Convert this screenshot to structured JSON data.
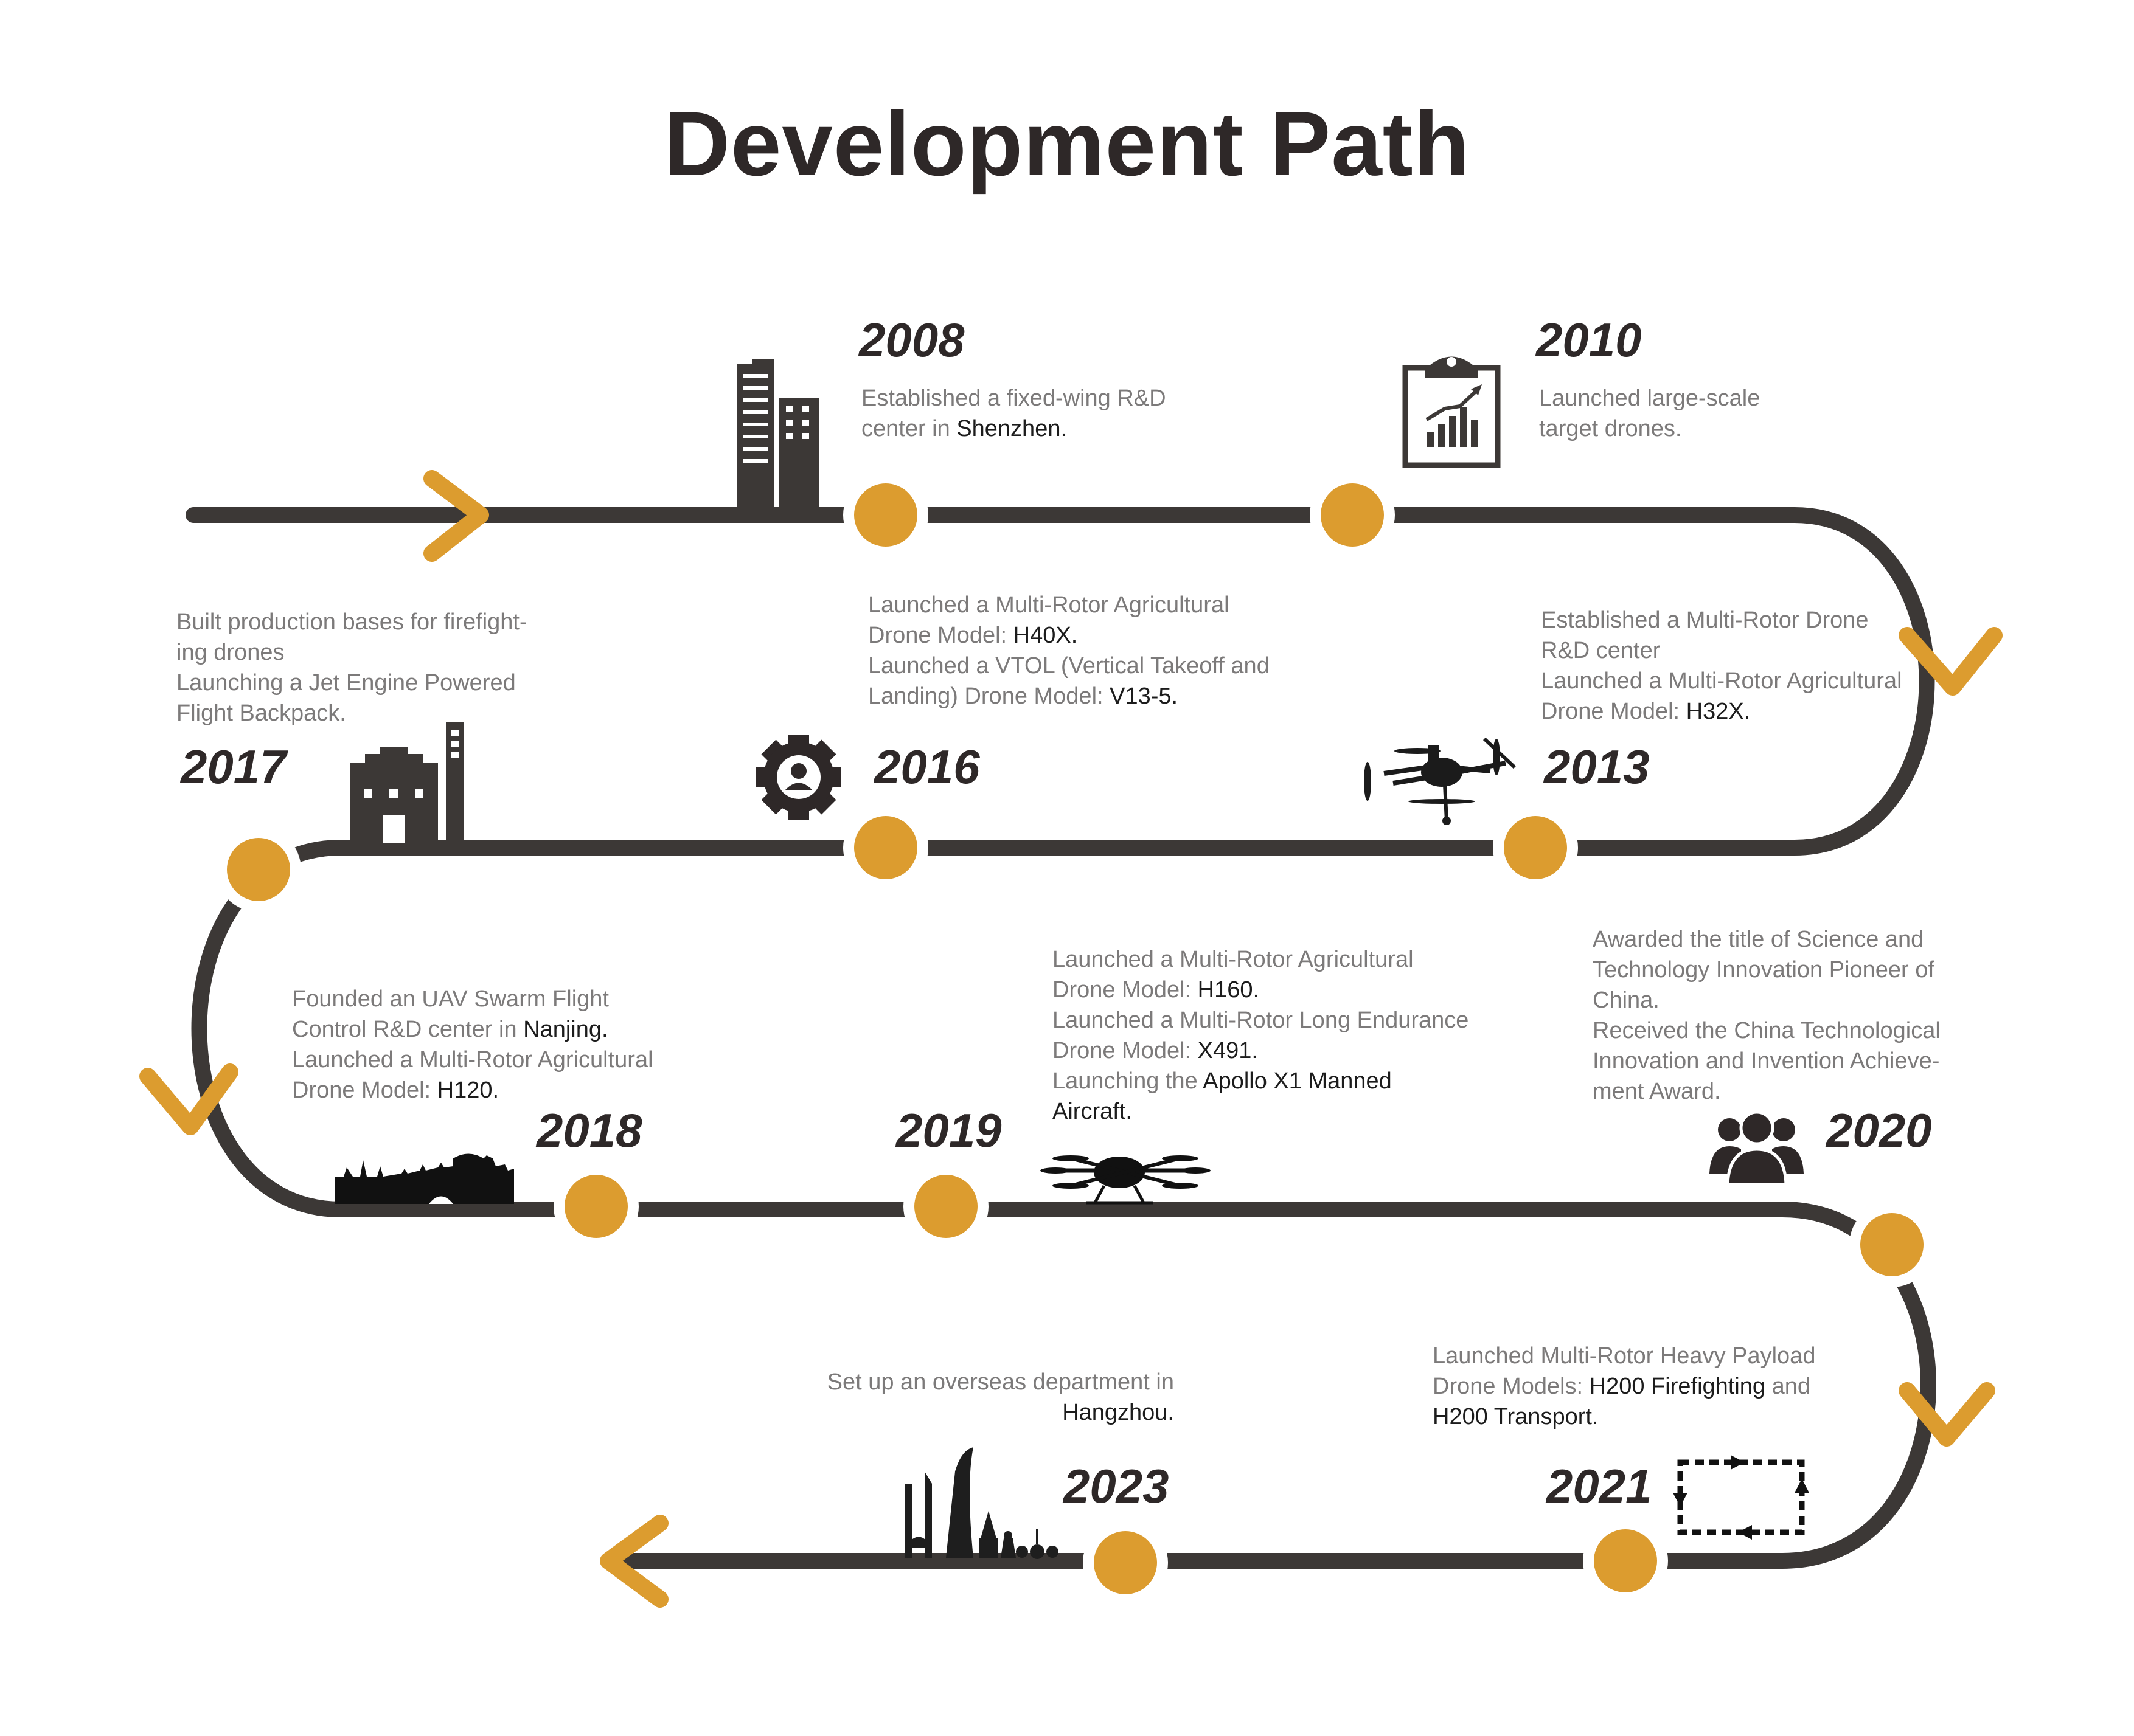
{
  "title": "Development Path",
  "colors": {
    "accent": "#dc9c2f",
    "track": "#3c3836",
    "dark_text": "#2e2828",
    "muted_text": "#7c7a7a"
  },
  "milestones": [
    {
      "year": "2008",
      "icon": "office-building-icon",
      "lines": [
        [
          "Established a fixed-wing R&D",
          ""
        ],
        [
          "center in ",
          "Shenzhen."
        ]
      ]
    },
    {
      "year": "2010",
      "icon": "clipboard-chart-icon",
      "lines": [
        [
          "Launched large-scale",
          ""
        ],
        [
          "target drones.",
          ""
        ]
      ]
    },
    {
      "year": "2013",
      "icon": "multirotor-drone-icon",
      "lines": [
        [
          "Established a Multi-Rotor Drone",
          ""
        ],
        [
          "R&D center",
          ""
        ],
        [
          "Launched a Multi-Rotor Agricultural",
          ""
        ],
        [
          "Drone Model: ",
          "H32X."
        ]
      ]
    },
    {
      "year": "2016",
      "icon": "gear-user-icon",
      "lines": [
        [
          "Launched a Multi-Rotor Agricultural",
          ""
        ],
        [
          "Drone Model: ",
          "H40X."
        ],
        [
          "Launched a VTOL (Vertical Takeoff and",
          ""
        ],
        [
          "Landing) Drone Model: ",
          "V13-5."
        ]
      ]
    },
    {
      "year": "2017",
      "icon": "factory-icon",
      "lines": [
        [
          "Built production bases for firefight-",
          ""
        ],
        [
          "ing drones",
          ""
        ],
        [
          "Launching a Jet Engine Powered",
          ""
        ],
        [
          "Flight Backpack.",
          ""
        ]
      ]
    },
    {
      "year": "2018",
      "icon": "nanjing-skyline-icon",
      "lines": [
        [
          "Founded an UAV Swarm Flight",
          ""
        ],
        [
          "Control R&D center in ",
          "Nanjing."
        ],
        [
          "Launched a Multi-Rotor Agricultural",
          ""
        ],
        [
          "Drone Model: ",
          "H120."
        ]
      ]
    },
    {
      "year": "2019",
      "icon": "heavy-drone-icon",
      "lines": [
        [
          "Launched a Multi-Rotor Agricultural",
          ""
        ],
        [
          "Drone Model: ",
          "H160."
        ],
        [
          "Launched a Multi-Rotor Long Endurance",
          ""
        ],
        [
          "Drone Model: ",
          "X491."
        ],
        [
          "Launching the ",
          "Apollo X1 Manned"
        ],
        [
          "",
          "Aircraft."
        ]
      ]
    },
    {
      "year": "2020",
      "icon": "people-group-icon",
      "lines": [
        [
          "Awarded the title of Science and",
          ""
        ],
        [
          "Technology Innovation Pioneer of",
          ""
        ],
        [
          "China.",
          ""
        ],
        [
          "Received the China Technological",
          ""
        ],
        [
          "Innovation and Invention Achieve-",
          ""
        ],
        [
          "ment Award.",
          ""
        ]
      ]
    },
    {
      "year": "2021",
      "icon": "transport-arrows-icon",
      "lines": [
        [
          "Launched Multi-Rotor Heavy Payload",
          ""
        ],
        [
          "Drone Models: ",
          "H200 Firefighting",
          " and"
        ],
        [
          "",
          "H200 Transport."
        ]
      ]
    },
    {
      "year": "2023",
      "icon": "hangzhou-skyline-icon",
      "lines": [
        [
          "Set up an overseas department in",
          ""
        ],
        [
          "",
          "Hangzhou."
        ]
      ]
    }
  ]
}
